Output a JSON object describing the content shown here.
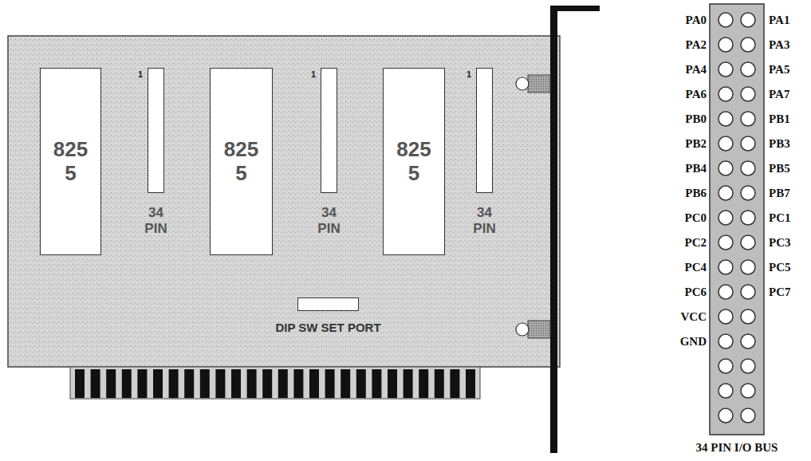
{
  "diagram": {
    "nodes": [
      {
        "text": [
          "825 5"
        ]
      },
      {
        "text": [
          "1",
          "34 PIN"
        ]
      },
      {
        "text": [
          "825 5"
        ]
      },
      {
        "text": [
          "1",
          "34 PIN"
        ]
      },
      {
        "text": [
          "825 5"
        ]
      },
      {
        "text": [
          "1",
          "34 PIN"
        ]
      },
      {
        "text": [
          "DIP SW SET PORT"
        ]
      },
      {
        "text": [
          "34 PIN I/O BUS"
        ]
      }
    ],
    "labels": [
      "PA0",
      "PA1",
      "PA2",
      "PA3",
      "PA4",
      "PA5",
      "PA6",
      "PA7",
      "PB0",
      "PB1",
      "PB2",
      "PB3",
      "PB4",
      "PB5",
      "PB6",
      "PB7",
      "PC0",
      "PC1",
      "PC2",
      "PC3",
      "PC4",
      "PC5",
      "PC6",
      "PC7",
      "VCC",
      "GND"
    ]
  }
}
